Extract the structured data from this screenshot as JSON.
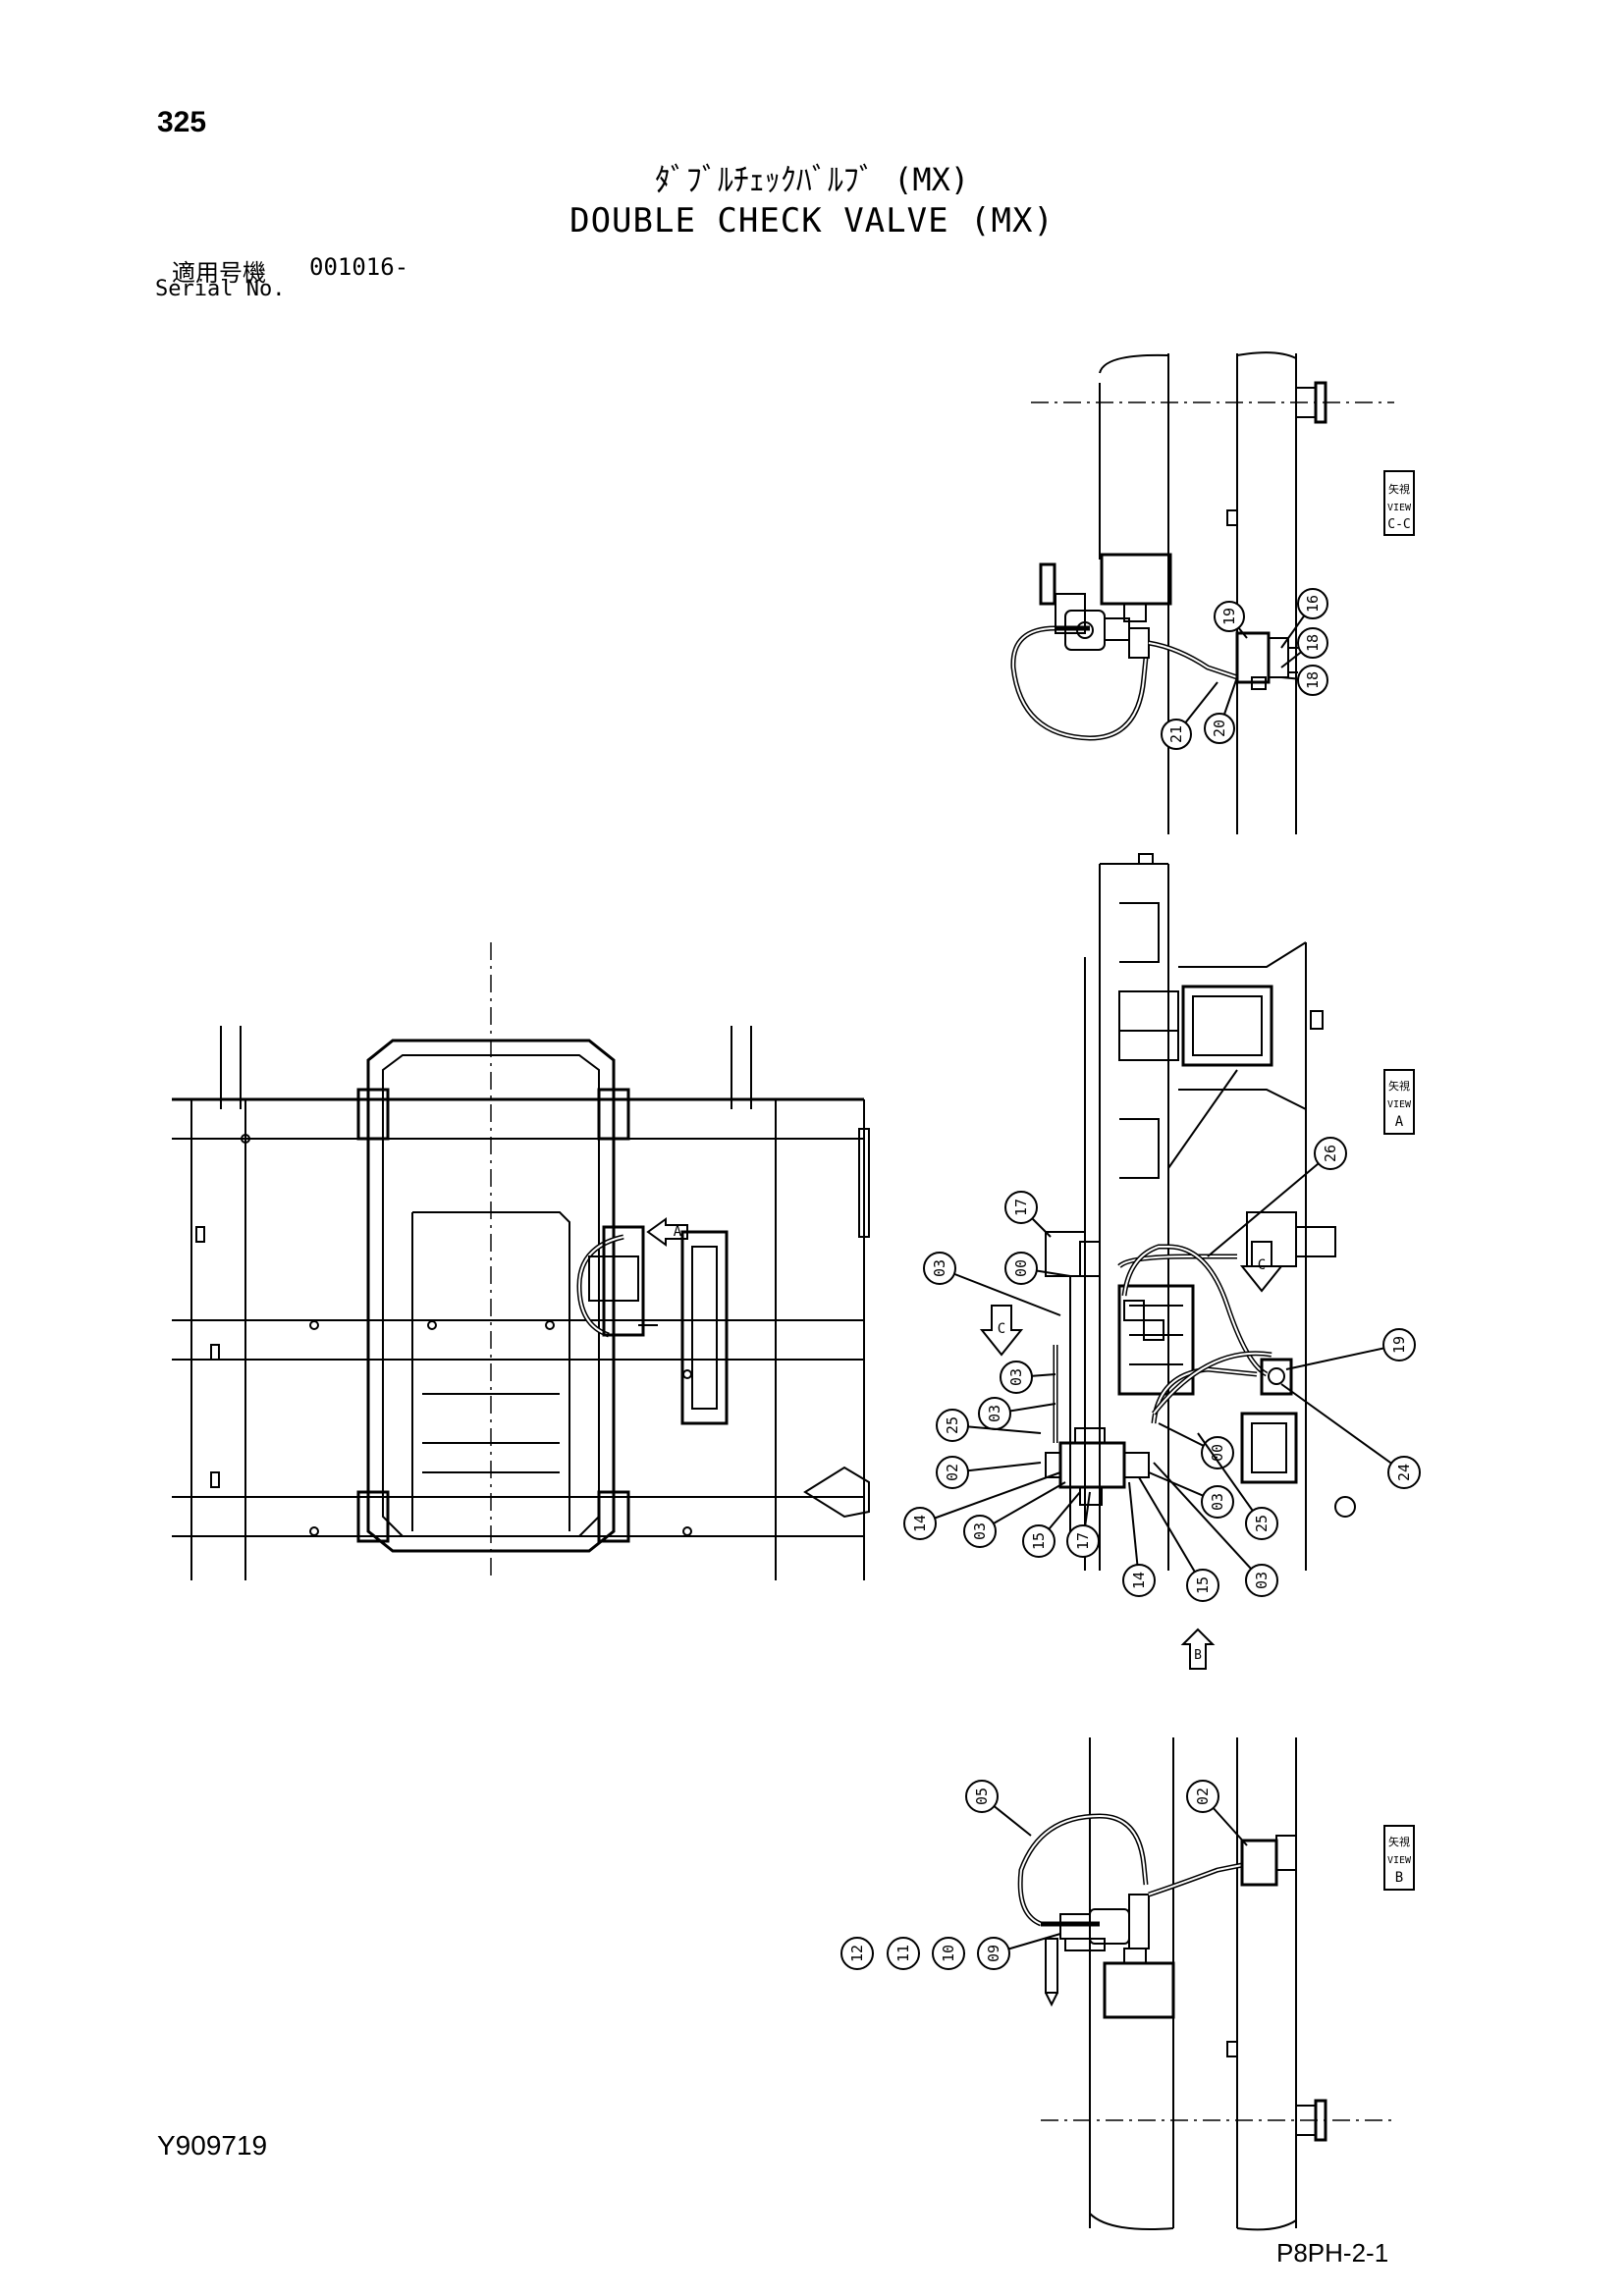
{
  "header": {
    "page_number": "325",
    "title_jp": "ﾀﾞﾌﾞﾙﾁｪｯｸﾊﾞﾙﾌﾞ (MX)",
    "title_en": "DOUBLE CHECK VALVE (MX)",
    "serial_label_jp": "適用号機",
    "serial_value": "001016-",
    "serial_label_en": "Serial No."
  },
  "footer": {
    "drawing_number": "Y909719",
    "page_code": "P8PH-2-1"
  },
  "views": {
    "view_cc": {
      "label_jp": "矢視",
      "label_en": "VIEW",
      "letter": "C-C"
    },
    "view_a": {
      "label_jp": "矢視",
      "label_en": "VIEW",
      "letter": "A"
    },
    "view_b": {
      "label_jp": "矢視",
      "label_en": "VIEW",
      "letter": "B"
    }
  },
  "arrows": {
    "a": "A",
    "b": "B",
    "c1": "C",
    "c2": "C"
  },
  "callouts": {
    "cc": [
      "16",
      "18",
      "18",
      "19",
      "20",
      "21"
    ],
    "a_left": [
      "03",
      "00",
      "03",
      "03",
      "25",
      "02",
      "14",
      "03",
      "15",
      "17",
      "14",
      "15",
      "03",
      "03",
      "00",
      "25"
    ],
    "a_right": [
      "17",
      "26",
      "19",
      "24"
    ],
    "b": [
      "05",
      "02",
      "12",
      "11",
      "10",
      "09"
    ]
  }
}
